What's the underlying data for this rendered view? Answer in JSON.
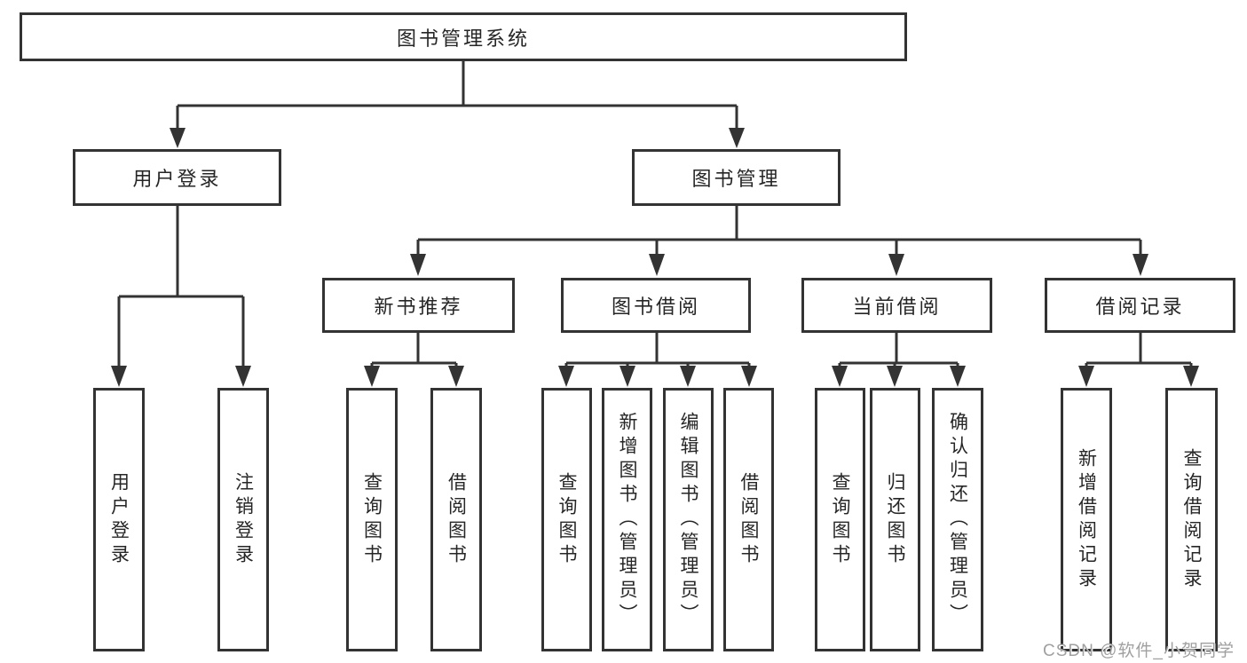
{
  "diagram": {
    "watermark": "CSDN @软件_小贺同学",
    "colors": {
      "line": "#333333",
      "text": "#262626",
      "background": "#ffffff",
      "watermark": "#a0a0a0"
    },
    "tree": {
      "label": "图书管理系统",
      "children": [
        {
          "label": "用户登录",
          "children": [
            {
              "label": "用户登录"
            },
            {
              "label": "注销登录"
            }
          ]
        },
        {
          "label": "图书管理",
          "children": [
            {
              "label": "新书推荐",
              "children": [
                {
                  "label": "查询图书"
                },
                {
                  "label": "借阅图书"
                }
              ]
            },
            {
              "label": "图书借阅",
              "children": [
                {
                  "label": "查询图书"
                },
                {
                  "label": "新增图书（管理员）"
                },
                {
                  "label": "编辑图书（管理员）"
                },
                {
                  "label": "借阅图书"
                }
              ]
            },
            {
              "label": "当前借阅",
              "children": [
                {
                  "label": "查询图书"
                },
                {
                  "label": "归还图书"
                },
                {
                  "label": "确认归还（管理员）"
                }
              ]
            },
            {
              "label": "借阅记录",
              "children": [
                {
                  "label": "新增借阅记录"
                },
                {
                  "label": "查询借阅记录"
                }
              ]
            }
          ]
        }
      ]
    }
  }
}
